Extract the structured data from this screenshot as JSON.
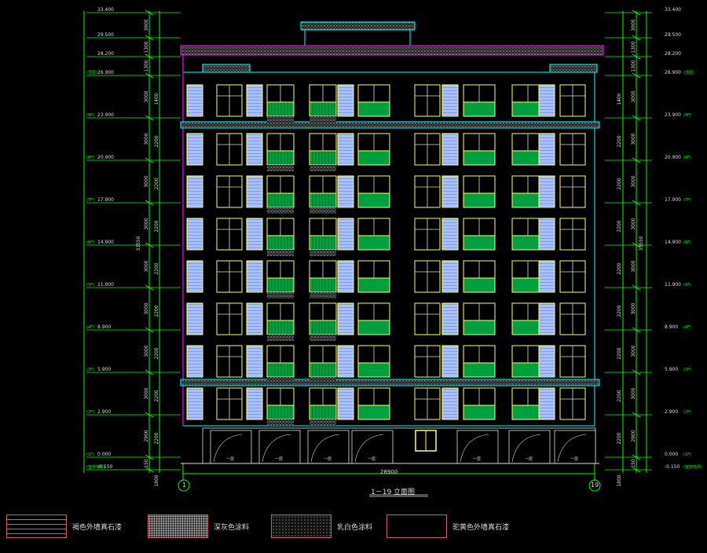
{
  "drawing": {
    "title": "1－19 立面图",
    "total_dim": "28900",
    "axis_left": "1",
    "axis_right": "19"
  },
  "left_elevations": [
    {
      "val": "33.400",
      "tag": ""
    },
    {
      "val": "29.500",
      "tag": ""
    },
    {
      "val": "28.200",
      "tag": ""
    },
    {
      "val": "26.900",
      "tag": "(顶层)"
    },
    {
      "val": "23.900",
      "tag": "(9F)"
    },
    {
      "val": "20.900",
      "tag": "(8F)"
    },
    {
      "val": "17.900",
      "tag": "(7F)"
    },
    {
      "val": "14.900",
      "tag": "(6F)"
    },
    {
      "val": "11.900",
      "tag": "(5F)"
    },
    {
      "val": "8.900",
      "tag": "(4F)"
    },
    {
      "val": "5.900",
      "tag": "(3F)"
    },
    {
      "val": "2.900",
      "tag": "(2F)"
    },
    {
      "val": "0.000",
      "tag": "(1F)"
    },
    {
      "val": "-0.150",
      "tag": "(室外地坪)"
    }
  ],
  "right_elevations": [
    {
      "val": "33.400",
      "tag": ""
    },
    {
      "val": "29.500",
      "tag": ""
    },
    {
      "val": "28.200",
      "tag": ""
    },
    {
      "val": "26.900",
      "tag": "(顶层)"
    },
    {
      "val": "23.900",
      "tag": "(9F)"
    },
    {
      "val": "20.900",
      "tag": "(8F)"
    },
    {
      "val": "17.900",
      "tag": "(7F)"
    },
    {
      "val": "14.900",
      "tag": "(6F)"
    },
    {
      "val": "11.900",
      "tag": "(5F)"
    },
    {
      "val": "8.900",
      "tag": "(4F)"
    },
    {
      "val": "5.900",
      "tag": "(3F)"
    },
    {
      "val": "2.900",
      "tag": "(2F)"
    },
    {
      "val": "0.000",
      "tag": "(1F)"
    },
    {
      "val": "-0.150",
      "tag": "(室外地坪)"
    }
  ],
  "left_dims_outer": [
    "3900",
    "1300",
    "1300",
    "3000",
    "3000",
    "3000",
    "3000",
    "3000",
    "3000",
    "3000",
    "3000",
    "2900",
    "150"
  ],
  "left_dims_inner": [
    "1400",
    "2200",
    "2200",
    "2200",
    "2200",
    "2200",
    "2200",
    "2200",
    "2200",
    "1800"
  ],
  "total_height": "33550",
  "shop_labels": [
    "一层",
    "一层",
    "一层",
    "一层",
    "一层",
    "一层",
    "一层"
  ],
  "legend": [
    {
      "label": "褐色外墙真石漆",
      "pattern": "lines"
    },
    {
      "label": "深灰色涂料",
      "pattern": "dots-dense"
    },
    {
      "label": "乳白色涂料",
      "pattern": "dots-sparse"
    },
    {
      "label": "驼黄色外墙真石漆",
      "pattern": "plain"
    }
  ],
  "colors": {
    "background": "#000000",
    "dim_line": "#00ff00",
    "wall_outline": "#00ffff",
    "pink_line": "#ff00ff",
    "window_frame": "#ffff66",
    "shutter": "#a8c0ff",
    "balcony_green": "#00a040",
    "white_text": "#dddddd"
  }
}
